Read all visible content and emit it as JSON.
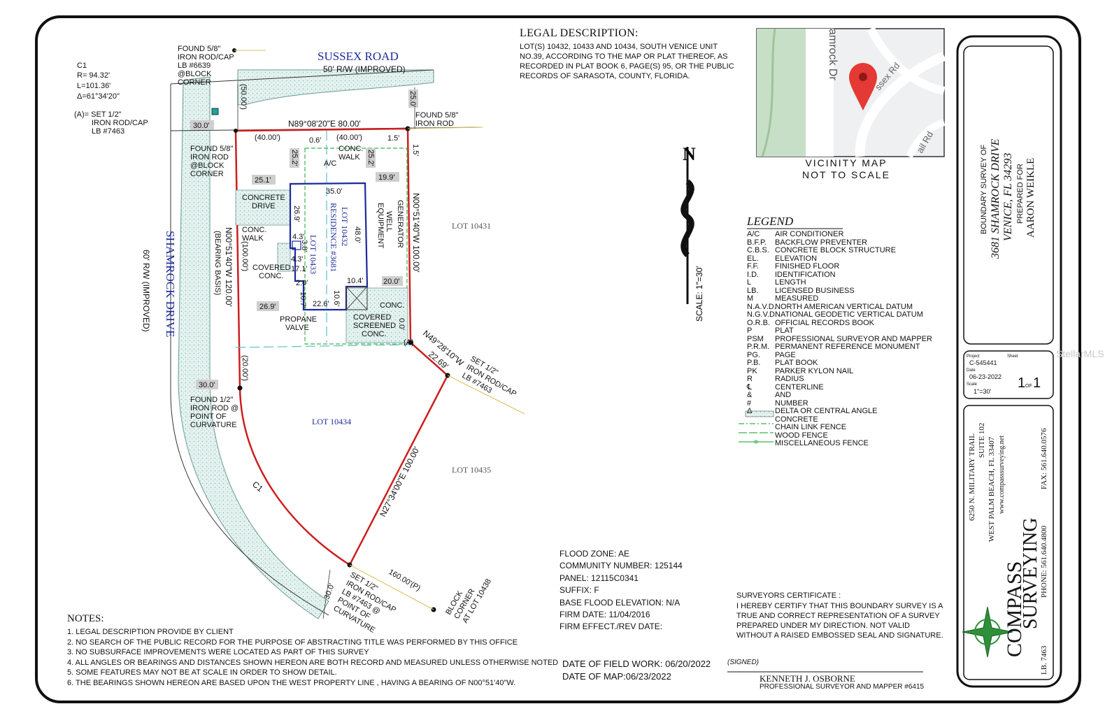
{
  "legal": {
    "title": "LEGAL DESCRIPTION:",
    "body": "LOT(S) 10432, 10433 AND 10434, SOUTH VENICE UNIT NO.39, ACCORDING TO THE MAP OR PLAT THEREOF, AS RECORDED IN PLAT BOOK 6, PAGE(S) 95, OR THE PUBLIC RECORDS OF SARASOTA, COUNTY, FLORIDA."
  },
  "vicinity": {
    "line1": "VICINITY MAP",
    "line2": "NOT TO SCALE",
    "street_a": "amrock Dr",
    "street_b": "ssex Rd",
    "street_c": "ail Rd"
  },
  "title_block": {
    "line1": "BOUNDARY SURVEY OF",
    "line2": "3681 SHAMROCK DRIVE",
    "line3": "VENICE, FL 34293",
    "line4": "PREPARED FOR",
    "line5": "AARON WEIKLE",
    "project_label": "Project",
    "project": "C-545441",
    "date_label": "Date",
    "date": "06-23-2022",
    "scale_label": "Scale",
    "scale": "1\"=30'",
    "sheet_label": "Sheet",
    "sheet_num": "1",
    "sheet_of": "OF",
    "sheet_total": "1",
    "company_addr1": "6250 N. MILITARY TRAIL",
    "company_addr2": "SUITE 102",
    "company_addr3": "WEST PALM BEACH, FL 33407",
    "company_web": "www.compasssurveying.net",
    "company_name1": "COMPASS",
    "company_name2": "SURVEYING",
    "lb": "LB. 7463",
    "phone": "PHONE: 561.640.4800",
    "fax": "FAX: 561.640.0576"
  },
  "legend": {
    "title": "LEGEND",
    "items": [
      {
        "abbr": "A/C",
        "text": "AIR CONDITIONER"
      },
      {
        "abbr": "B.F.P.",
        "text": "BACKFLOW PREVENTER"
      },
      {
        "abbr": "C.B.S.",
        "text": "CONCRETE BLOCK STRUCTURE"
      },
      {
        "abbr": "EL.",
        "text": "ELEVATION"
      },
      {
        "abbr": "F.F.",
        "text": "FINISHED FLOOR"
      },
      {
        "abbr": "I.D.",
        "text": "IDENTIFICATION"
      },
      {
        "abbr": "L",
        "text": "LENGTH"
      },
      {
        "abbr": "LB.",
        "text": "LICENSED BUSINESS"
      },
      {
        "abbr": "M",
        "text": "MEASURED"
      },
      {
        "abbr": "N.A.V.D.",
        "text": "NORTH AMERICAN VERTICAL DATUM"
      },
      {
        "abbr": "N.G.V.D.",
        "text": "NATIONAL GEODETIC VERTICAL DATUM"
      },
      {
        "abbr": "O.R.B.",
        "text": "OFFICIAL RECORDS BOOK"
      },
      {
        "abbr": "P",
        "text": "PLAT"
      },
      {
        "abbr": "PSM",
        "text": "PROFESSIONAL SURVEYOR AND MAPPER"
      },
      {
        "abbr": "P.R.M.",
        "text": "PERMANENT REFERENCE MONUMENT"
      },
      {
        "abbr": "PG.",
        "text": "PAGE"
      },
      {
        "abbr": "P.B.",
        "text": "PLAT BOOK"
      },
      {
        "abbr": "PK",
        "text": "PARKER KYLON NAIL"
      },
      {
        "abbr": "R",
        "text": "RADIUS"
      },
      {
        "abbr": "℄",
        "text": "CENTERLINE"
      },
      {
        "abbr": "&",
        "text": "AND"
      },
      {
        "abbr": "#",
        "text": "NUMBER"
      },
      {
        "abbr": "Δ",
        "text": "DELTA OR CENTRAL ANGLE"
      },
      {
        "abbr": "",
        "text": "CONCRETE"
      },
      {
        "abbr": "",
        "text": "CHAIN LINK FENCE"
      },
      {
        "abbr": "",
        "text": "WOOD FENCE"
      },
      {
        "abbr": "",
        "text": "MISCELLANEOUS FENCE"
      }
    ]
  },
  "flood": {
    "zone": "FLOOD ZONE: AE",
    "community": "COMMUNITY NUMBER: 125144",
    "panel": "PANEL: 12115C0341",
    "suffix": "SUFFIX: F",
    "bfe": "BASE FLOOD ELEVATION: N/A",
    "firm_date": "FIRM DATE: 11/04/2016",
    "firm_eff": "FIRM EFFECT./REV DATE:"
  },
  "dates": {
    "field": "DATE OF FIELD WORK: 06/20/2022",
    "map": "DATE OF MAP:06/23/2022"
  },
  "notes": {
    "title": "NOTES:",
    "items": [
      "1. LEGAL DESCRIPTION PROVIDE BY CLIENT",
      "2. NO SEARCH OF THE PUBLIC RECORD FOR THE PURPOSE OF ABSTRACTING TITLE WAS PERFORMED BY THIS OFFICE",
      "3. NO SUBSURFACE IMPROVEMENTS WERE LOCATED AS PART OF THIS SURVEY",
      "4. ALL ANGLES OR BEARINGS AND DISTANCES SHOWN HEREON ARE BOTH RECORD AND MEASURED UNLESS OTHERWISE NOTED",
      "5. SOME FEATURES MAY NOT BE AT SCALE IN ORDER TO SHOW DETAIL.",
      "6. THE BEARINGS SHOWN HEREON ARE BASED UPON THE WEST PROPERTY LINE , HAVING A BEARING OF N00°51'40\"W."
    ]
  },
  "certificate": {
    "title": "SURVEYORS CERTIFICATE :",
    "body": "I HEREBY CERTIFY THAT THIS BOUNDARY SURVEY IS A TRUE AND CORRECT REPRESENTATION OF A SURVEY PREPARED UNDER MY DIRECTION. NOT VALID WITHOUT A RAISED EMBOSSED SEAL AND SIGNATURE.",
    "signed": "(SIGNED)",
    "name": "KENNETH J. OSBORNE",
    "title2": "PROFESSIONAL SURVEYOR AND MAPPER #6415"
  },
  "watermark": "StellarMLS",
  "north": {
    "letter": "N",
    "scale": "SCALE: 1\"=30'"
  },
  "plan": {
    "sussex_road": "SUSSEX ROAD",
    "sussex_row": "50' R/W (IMPROVED)",
    "shamrock_drive": "SHAMROCK DRIVE",
    "shamrock_row": "60' R/W (IMPROVED)",
    "curve_c1": "C1",
    "curve_r": "R= 94.32'",
    "curve_l": "L=101.36'",
    "curve_delta": "Δ=61°34'20\"",
    "setA_1": "(A)=  SET 1/2\"",
    "setA_2": "IRON ROD/CAP",
    "setA_3": "LB #7463",
    "found_nw_1": "FOUND 5/8\"",
    "found_nw_2": "IRON ROD/CAP",
    "found_nw_3": "LB #6639",
    "found_nw_4": "@BLOCK",
    "found_nw_5": "CORNER",
    "found_ne_1": "FOUND 5/8\"",
    "found_ne_2": "IRON ROD",
    "found_w_1": "FOUND 5/8\"",
    "found_w_2": "IRON ROD",
    "found_w_3": "@BLOCK",
    "found_w_4": "CORNER",
    "found_sw_1": "FOUND 1/2\"",
    "found_sw_2": "IRON ROD @",
    "found_sw_3": "POINT OF",
    "found_sw_4": "CURVATURE",
    "set_e_1": "SET 1/2\"",
    "set_e_2": "IRON ROD/CAP",
    "set_e_3": "LB #7463",
    "set_s_1": "SET 1/2\"",
    "set_s_2": "IRON ROD/CAP",
    "set_s_3": "LB #7463 @",
    "set_s_4": "POINT OF",
    "set_s_5": "CURVATURE",
    "block_corner_1": "BLOCK",
    "block_corner_2": "CORNER",
    "block_corner_3": "AT LOT 10438",
    "north_bearing": "N89°08'20\"E  80.00'",
    "west_bearing": "N00°51'40\"W  120.00'",
    "west_basis": "(BEARING BASIS)",
    "east_bearing": "N00°51'40\"W  100.00'",
    "ne_bearing": "N49°28'10\"W",
    "ne_dist": "22.69'",
    "se_bearing": "N27°34'00\"E  100.00'",
    "arc_label": "C1",
    "d_50": "(50.00')",
    "d_25": "25.0'",
    "d_15": "1.5'",
    "d_15b": "1.5'",
    "d_40a": "(40.00')",
    "d_40b": "(40.00')",
    "d_06": "0.6'",
    "d_30a": "30.0'",
    "d_30b": "30.0'",
    "d_30c": "30.0'",
    "d_25_2a": "25.2'",
    "d_25_2b": "25.2'",
    "d_25_1": "25.1'",
    "d_19_9": "19.9'",
    "d_35": "35.0'",
    "d_26_9": "26.9'",
    "d_48": "48.0'",
    "d_43a": "4.3'",
    "d_38": "3.8'",
    "d_43b": "4.3'",
    "d_171": "17.1'",
    "d_20": "2.0'",
    "d_107": "10.7'",
    "d_106": "10.6'",
    "d_104": "10.4'",
    "d_20_0": "20.0'",
    "d_26_9b": "26.9'",
    "d_22_6": "22.6'",
    "d_100": "(100.00')",
    "d_20p": "(20.00')",
    "d_00": "0.0'",
    "d_160": "160.00'(P)",
    "ac": "A/C",
    "conc_walk_1": "CONC.",
    "conc_walk_2": "WALK",
    "conc_drive_1": "CONCRETE",
    "conc_drive_2": "DRIVE",
    "conc_walk2_1": "CONC.",
    "conc_walk2_2": "WALK",
    "covered_1": "COVERED",
    "covered_2": "CONC.",
    "propane_1": "PROPANE",
    "propane_2": "VALVE",
    "conc_se": "CONC.",
    "screened_1": "COVERED",
    "screened_2": "SCREENED",
    "screened_3": "CONC.",
    "generator": "GENERATOR",
    "well_1": "WELL",
    "well_2": "EQUIPMENT",
    "residence_1": "RESIDENCE #3681",
    "lot_10432": "LOT 10432",
    "lot_10433": "LOT 10433",
    "lot_10431": "LOT 10431",
    "lot_10434": "LOT 10434",
    "lot_10435": "LOT 10435",
    "a_mark": "(A)"
  }
}
